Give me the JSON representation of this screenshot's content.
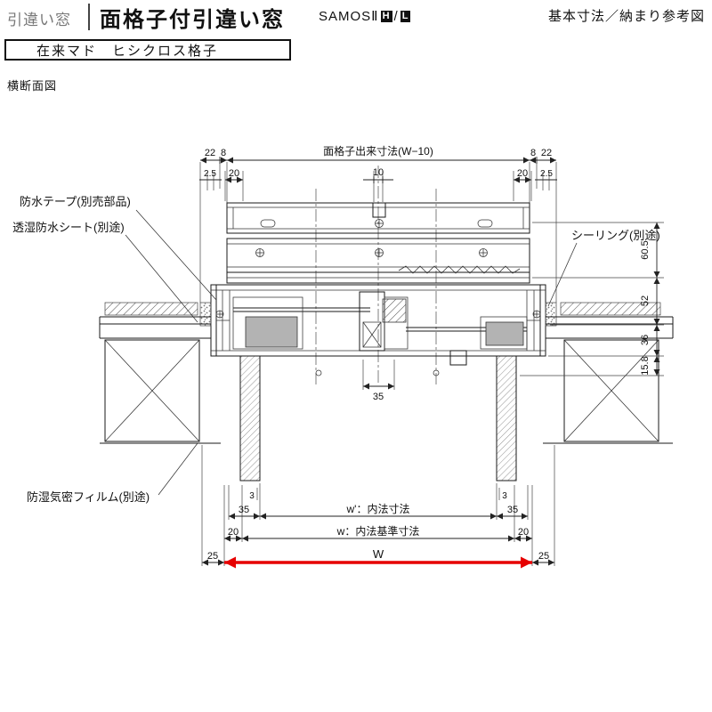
{
  "header": {
    "category": "引違い窓",
    "title": "面格子付引違い窓",
    "series": "SAMOSⅡ",
    "badge_h": "H",
    "badge_slash": "/",
    "badge_l": "L",
    "right_note": "基本寸法／納まり参考図",
    "subtitle": "在来マド　ヒシクロス格子",
    "view_label": "横断面図"
  },
  "callouts": {
    "waterproof_tape": "防水テープ(別売部品)",
    "breathable_sheet": "透湿防水シート(別途)",
    "sealing": "シーリング(別途)",
    "moisture_film": "防湿気密フィルム(別途)"
  },
  "dims": {
    "top": {
      "left_22": "22",
      "left_8": "8",
      "grille_width": "面格子出来寸法(W−10)",
      "right_8": "8",
      "right_22": "22",
      "left_2_5": "2.5",
      "left_20": "20",
      "center_10": "10",
      "right_20": "20",
      "right_2_5": "2.5"
    },
    "right_chain": {
      "d1": "60.5",
      "d2": "52",
      "d3": "36",
      "d4": "15.8"
    },
    "sill_35": "35",
    "bottom": {
      "left_3": "3",
      "right_3": "3",
      "left_35": "35",
      "inner_label": "w'：内法寸法",
      "right_35": "35",
      "left_20": "20",
      "base_label": "w：内法基準寸法",
      "right_20": "20",
      "left_25": "25",
      "overall_label": "W",
      "right_25": "25"
    }
  },
  "colors": {
    "accent_red": "#e60000",
    "line": "#1a1a1a",
    "gray_text": "#777777",
    "fill_gray": "#b3b3b3"
  }
}
